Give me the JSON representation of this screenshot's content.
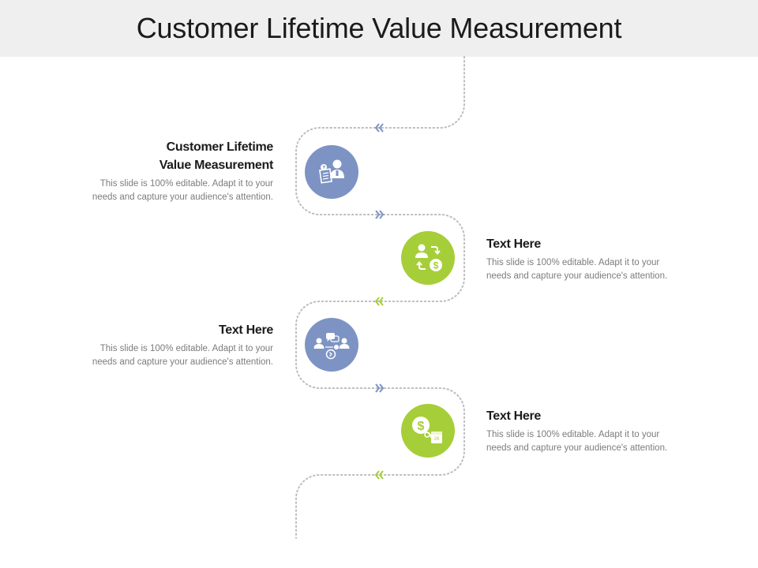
{
  "slide": {
    "title": "Customer Lifetime Value Measurement"
  },
  "colors": {
    "blue": "#7d93c3",
    "green": "#a6ce39",
    "dots": "#bdbdbd",
    "title_bg": "#efefef"
  },
  "steps": [
    {
      "heading_lines": [
        "Customer Lifetime",
        "Value Measurement"
      ],
      "body_lines": [
        "This slide is 100% editable. Adapt it to your",
        "needs and capture your audience's attention."
      ],
      "icon": "customer-report-icon",
      "color": "blue",
      "side": "left"
    },
    {
      "heading_lines": [
        "Text Here"
      ],
      "body_lines": [
        "This slide is 100% editable. Adapt it to your",
        "needs and capture your audience's attention."
      ],
      "icon": "customer-dollar-exchange-icon",
      "color": "green",
      "side": "right"
    },
    {
      "heading_lines": [
        "Text Here"
      ],
      "body_lines": [
        "This slide is 100% editable. Adapt it to your",
        "needs and capture your audience's attention."
      ],
      "icon": "customer-conversation-icon",
      "color": "blue",
      "side": "left"
    },
    {
      "heading_lines": [
        "Text Here"
      ],
      "body_lines": [
        "This slide is 100% editable. Adapt it to your",
        "needs and capture your audience's attention."
      ],
      "icon": "dollar-calendar-icon",
      "color": "green",
      "side": "right"
    }
  ]
}
